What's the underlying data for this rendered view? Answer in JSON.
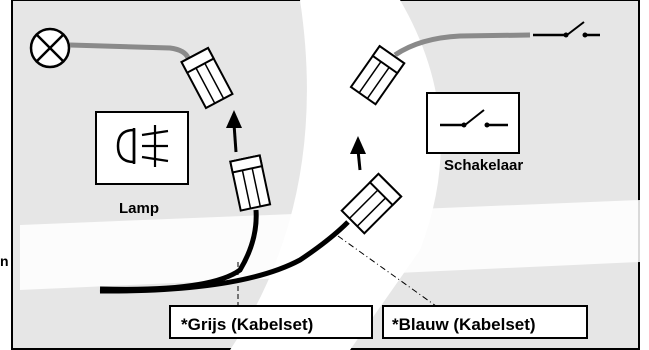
{
  "labels": {
    "lamp": "Lamp",
    "switch": "Schakelaar",
    "grey_connector": "*Grijs (Kabelset)",
    "blue_connector": "*Blauw (Kabelset)",
    "edge_fragment": "n"
  },
  "colors": {
    "panel_bg": "#e6e6e6",
    "watermark": "#ffffff",
    "wire_black": "#000000",
    "wire_grey": "#8a8a8a",
    "outline": "#000000"
  },
  "icons": {
    "lamp_symbol": "lamp-cross-circle-icon",
    "fog_light": "fog-light-icon",
    "switch_symbol": "switch-icon"
  }
}
